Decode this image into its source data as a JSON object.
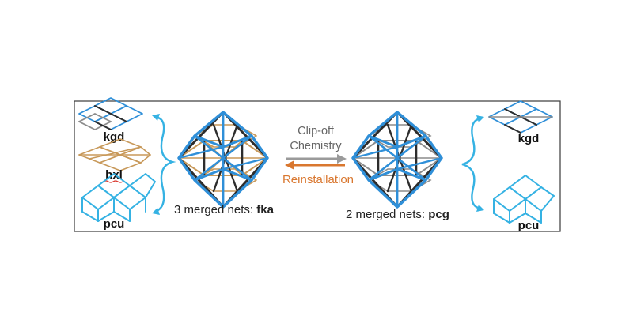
{
  "labels": {
    "left_top": "kgd",
    "left_mid": "hxl",
    "left_bottom": "pcu",
    "right_top": "kgd",
    "right_bottom": "pcu",
    "clip_line1": "Clip-off",
    "clip_line2": "Chemistry",
    "reinstallation": "Reinstallation",
    "left_caption_prefix": "3 merged nets: ",
    "left_caption_net": "fka",
    "right_caption_prefix": "2 merged nets: ",
    "right_caption_net": "pcg"
  },
  "colors": {
    "frame": "#3a3a3a",
    "blue_struts": "#2f8fd8",
    "light_blue": "#35b2e3",
    "grey_struts": "#8c8c8c",
    "dark_struts": "#2d2d2d",
    "tan_struts": "#c8995a",
    "arrow_grey": "#9a9a9a",
    "arrow_orange": "#d9772f"
  },
  "icons": {
    "kgd_net": "kgd-lattice-icon",
    "hxl_net": "hxl-lattice-icon",
    "pcu_net": "pcu-lattice-icon",
    "fka_structure": "fka-framework-icon",
    "pcg_structure": "pcg-framework-icon"
  }
}
